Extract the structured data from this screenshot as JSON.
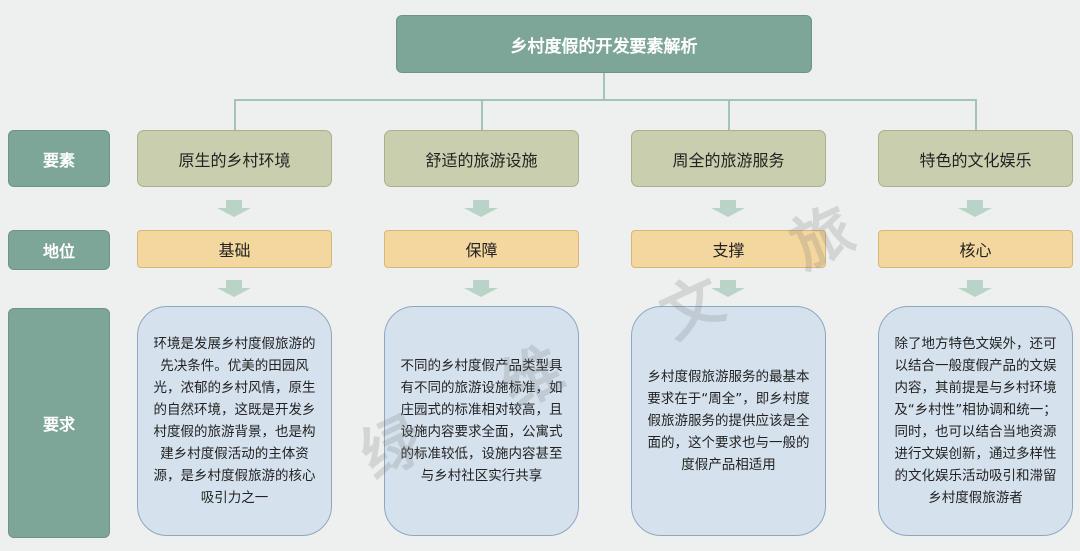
{
  "title": "乡村度假的开发要素解析",
  "row_labels": {
    "elements": "要素",
    "position": "地位",
    "requirements": "要求"
  },
  "columns": [
    {
      "element": "原生的乡村环境",
      "position": "基础",
      "requirement": "环境是发展乡村度假旅游的先决条件。优美的田园风光，浓郁的乡村风情，原生的自然环境，这既是开发乡村度假的旅游背景，也是构建乡村度假活动的主体资源，是乡村度假旅游的核心吸引力之一"
    },
    {
      "element": "舒适的旅游设施",
      "position": "保障",
      "requirement": "不同的乡村度假产品类型具有不同的旅游设施标准，如庄园式的标准相对较高，且设施内容要求全面，公寓式的标准较低，设施内容甚至与乡村社区实行共享"
    },
    {
      "element": "周全的旅游服务",
      "position": "支撑",
      "requirement": "乡村度假旅游服务的最基本要求在于“周全”，即乡村度假旅游服务的提供应该是全面的，这个要求也与一般的度假产品相适用"
    },
    {
      "element": "特色的文化娱乐",
      "position": "核心",
      "requirement": "除了地方特色文娱外，还可以结合一般度假产品的文娱内容，其前提是与乡村环境及“乡村性”相协调和统一；同时，也可以结合当地资源进行文娱创新，通过多样性的文化娱乐活动吸引和滞留乡村度假旅游者"
    }
  ],
  "watermark": [
    "绿",
    "维",
    "文",
    "旅"
  ]
}
